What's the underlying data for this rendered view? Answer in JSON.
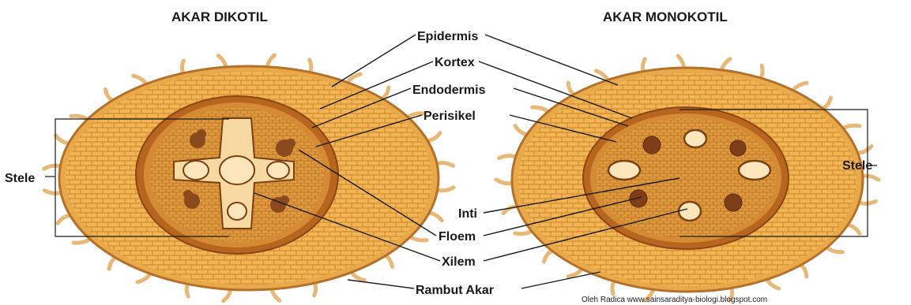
{
  "titles": {
    "left": "AKAR DIKOTIL",
    "right": "AKAR MONOKOTIL"
  },
  "labels": {
    "epidermis": "Epidermis",
    "kortex": "Kortex",
    "endodermis": "Endodermis",
    "perisikel": "Perisikel",
    "inti": "Inti",
    "floem": "Floem",
    "xilem": "Xilem",
    "rambut_akar": "Rambut Akar",
    "stele_left": "Stele",
    "stele_right": "Stele"
  },
  "credit": "Oleh Radica www.sainsaraditya-biologi.blogspot.com",
  "colors": {
    "background": "#ffffff",
    "cortex": "#f0b04a",
    "cortex_light": "#f6c977",
    "cell_line": "#c07a22",
    "endodermis": "#a6581a",
    "stele": "#dc9238",
    "xylem": "#fbe3b0",
    "phloem": "#8a4a1e",
    "root_hair": "#e8b877",
    "line": "#1a1a1a"
  }
}
